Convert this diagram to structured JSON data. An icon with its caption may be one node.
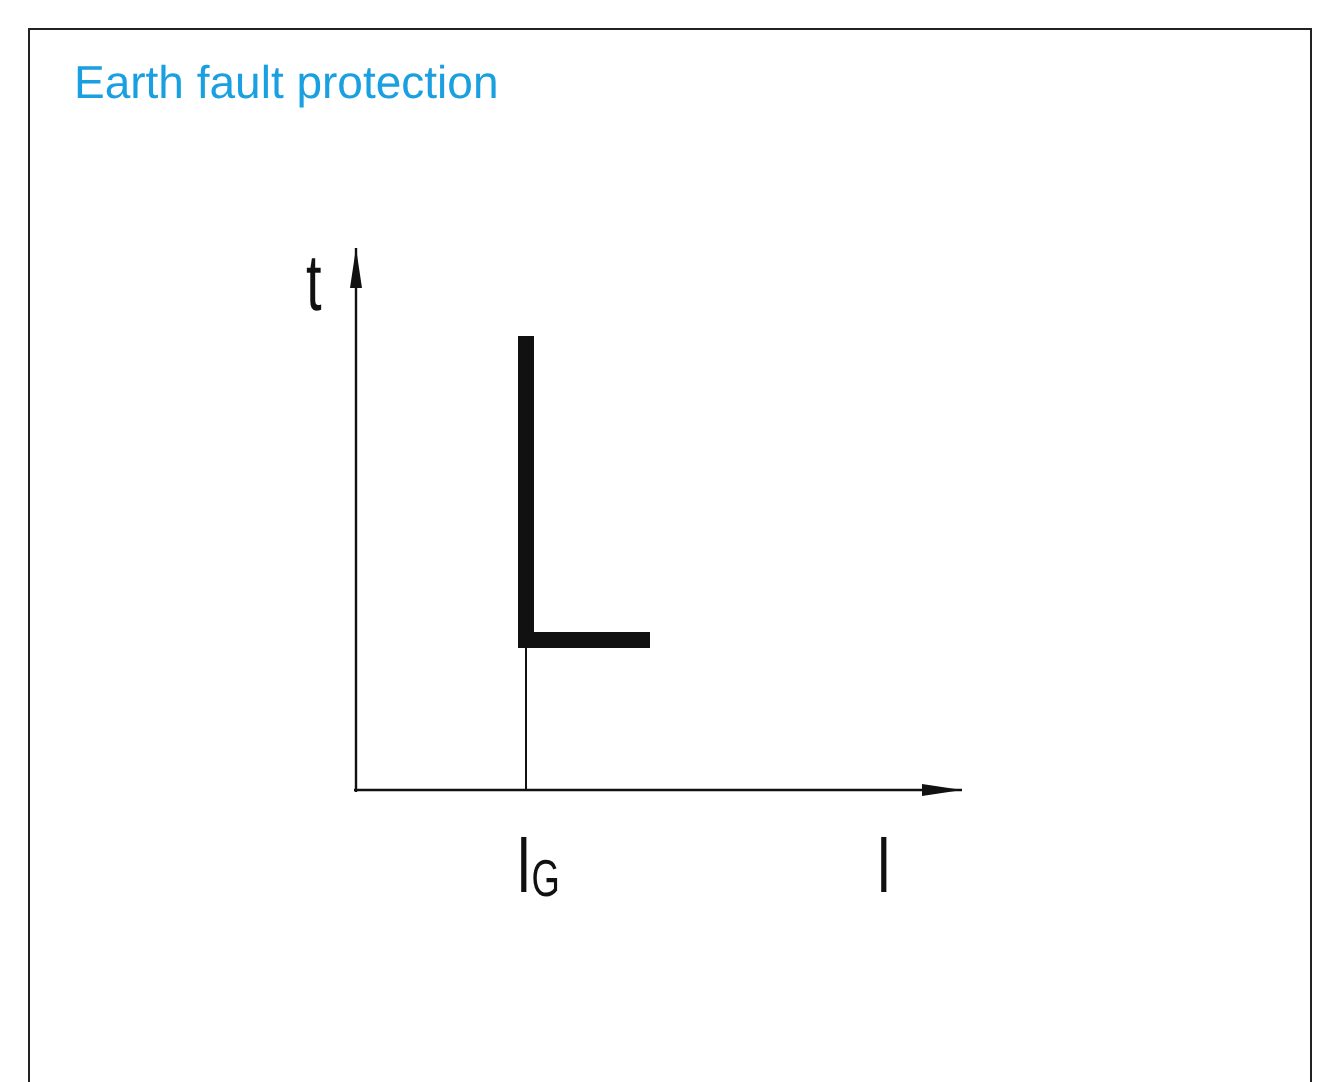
{
  "diagram": {
    "title": "Earth fault protection",
    "labels": [
      "t",
      "I$_{G}$",
      "I"
    ]
  }
}
